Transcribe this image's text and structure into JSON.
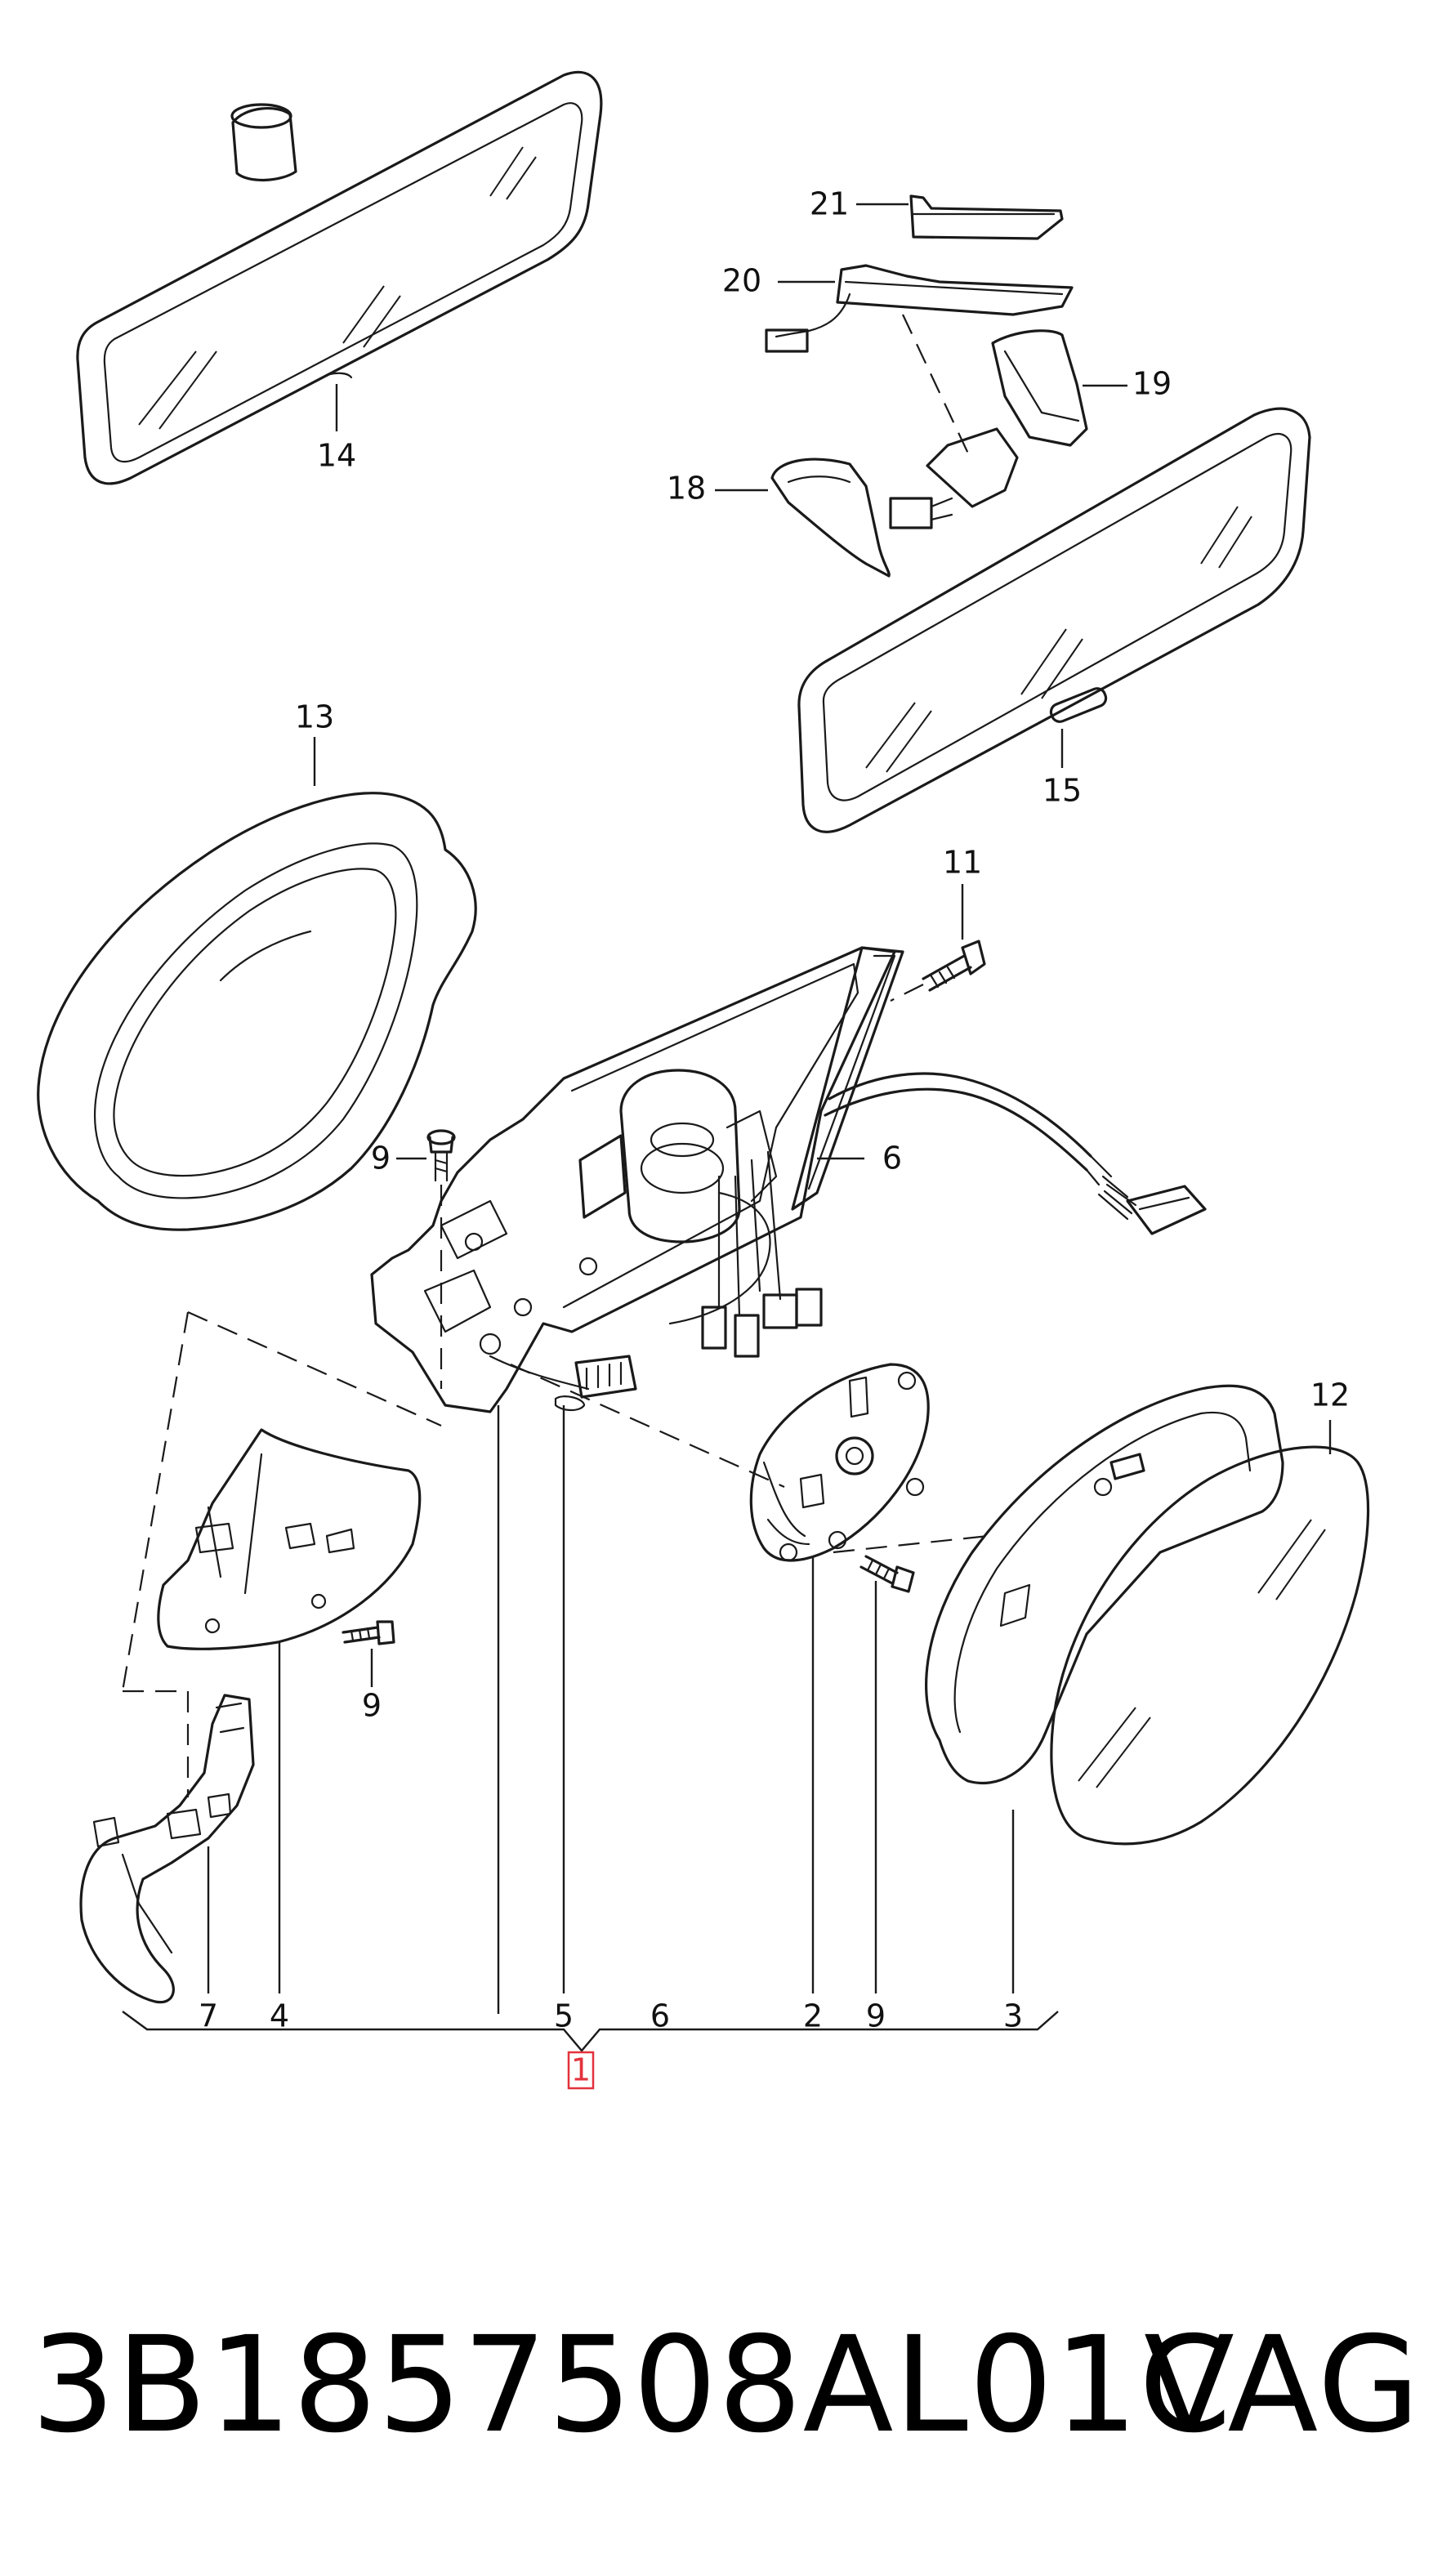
{
  "callouts": {
    "c1": "1",
    "c2": "2",
    "c3": "3",
    "c4": "4",
    "c5": "5",
    "c6": "6",
    "c6b": "6",
    "c7": "7",
    "c9a": "9",
    "c9b": "9",
    "c9c": "9",
    "c11": "11",
    "c12": "12",
    "c13": "13",
    "c14": "14",
    "c15": "15",
    "c18": "18",
    "c19": "19",
    "c20": "20",
    "c21": "21"
  },
  "highlight_color": "#e3323c",
  "footer": {
    "part_number": "3B1857508AL01C",
    "brand": "VAG"
  }
}
